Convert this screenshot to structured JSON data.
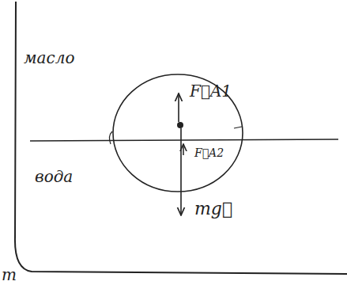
{
  "diagram": {
    "labels": [
      "масло",
      "вода",
      "F⃗A1",
      "F⃗A2",
      "mg⃗",
      "m"
    ]
  }
}
